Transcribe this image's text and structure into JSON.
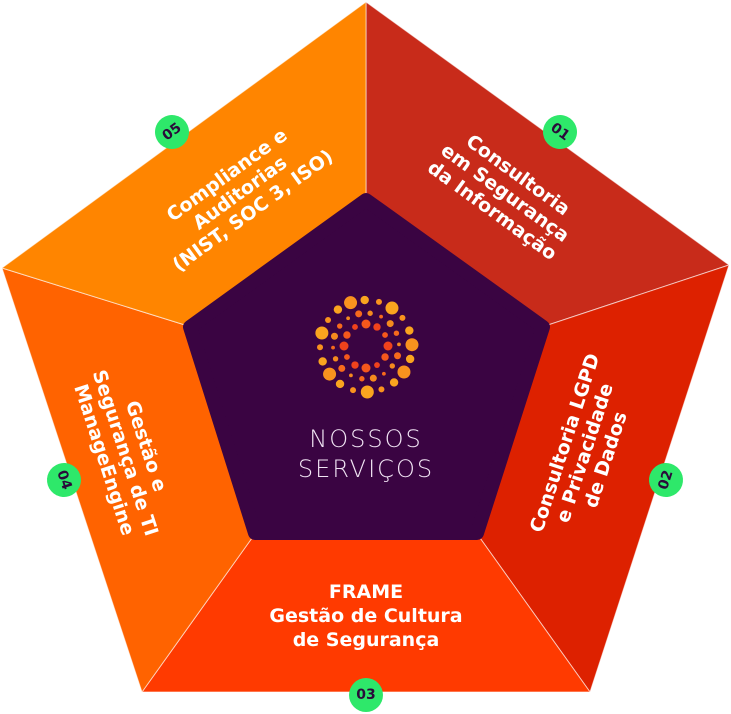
{
  "center": {
    "line1": "NOSSOS",
    "line2": "SERVIÇOS",
    "logo": "dot-ring-logo"
  },
  "colors": {
    "center": "#3a0442",
    "badge": "#2ee86a",
    "badge_text": "#2a0b3a",
    "seg1": "#c82b1a",
    "seg2": "#dd2100",
    "seg3": "#ff3a00",
    "seg4": "#ff6300",
    "seg5": "#ff8500"
  },
  "segments": [
    {
      "number": "01",
      "lines": [
        "Consultoria",
        "em Segurança",
        "da Informação"
      ]
    },
    {
      "number": "02",
      "lines": [
        "Consultoria LGPD",
        "e Privacidade",
        "de Dados"
      ]
    },
    {
      "number": "03",
      "lines": [
        "FRAME",
        "Gestão de Cultura",
        "de Segurança"
      ]
    },
    {
      "number": "04",
      "lines": [
        "Gestão e",
        "Segurança de TI",
        "ManageEngine"
      ]
    },
    {
      "number": "05",
      "lines": [
        "Compliance e",
        "Auditorias",
        "(NIST, SOC 3, ISO)"
      ]
    }
  ]
}
